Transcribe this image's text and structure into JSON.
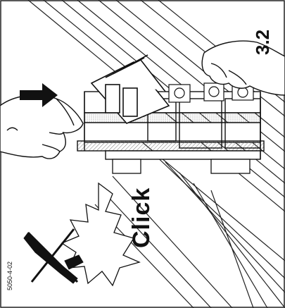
{
  "figure": {
    "step_number": "3.2",
    "click_label": "Click",
    "reference_code": "5050-4-02"
  },
  "colors": {
    "ink": "#111111",
    "paper": "#ffffff",
    "hatch": "#8a8a8a"
  },
  "icons": [
    "push-arrow-icon",
    "no-tool-icon",
    "click-burst-icon"
  ]
}
